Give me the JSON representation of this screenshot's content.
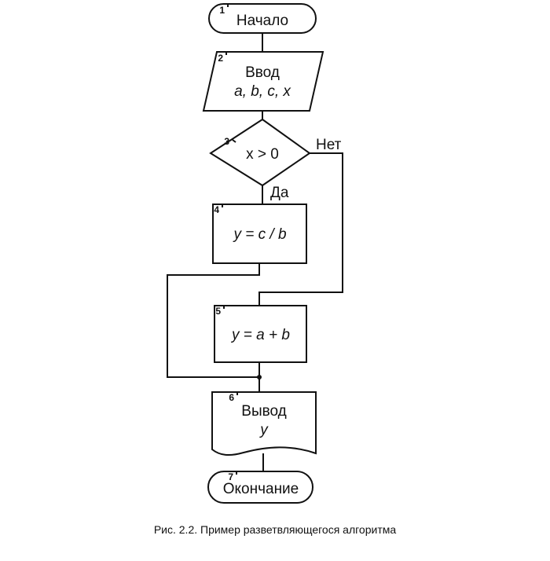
{
  "blocks": {
    "start": {
      "number": "1",
      "label": "Начало"
    },
    "input": {
      "number": "2",
      "label": "Ввод",
      "vars": "a, b, c, x"
    },
    "condition": {
      "number": "3",
      "label": "x > 0",
      "no_label": "Нет",
      "yes_label": "Да"
    },
    "process1": {
      "number": "4",
      "formula": "y = c / b"
    },
    "process2": {
      "number": "5",
      "formula": "y = a + b"
    },
    "output": {
      "number": "6",
      "label": "Вывод",
      "value": "y"
    },
    "end": {
      "number": "7",
      "label": "Окончание"
    }
  },
  "caption": "Рис. 2.2. Пример разветвляющегося алгоритма"
}
